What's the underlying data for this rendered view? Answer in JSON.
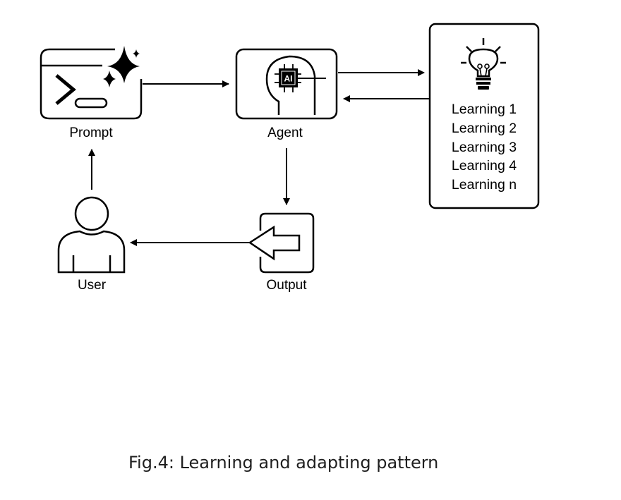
{
  "nodes": {
    "prompt": {
      "label": "Prompt",
      "icon": "terminal-sparkle-icon"
    },
    "agent": {
      "label": "Agent",
      "icon": "ai-head-icon"
    },
    "learnings": {
      "icon": "lightbulb-icon",
      "items": [
        "Learning 1",
        "Learning 2",
        "Learning 3",
        "Learning 4",
        "Learning n"
      ]
    },
    "user": {
      "label": "User",
      "icon": "user-icon"
    },
    "output": {
      "label": "Output",
      "icon": "output-arrow-icon"
    }
  },
  "chip_text": "AI",
  "caption": "Fig.4: Learning and adapting pattern",
  "colors": {
    "stroke": "#000000",
    "background": "#ffffff",
    "caption": "#1f1f1f"
  }
}
